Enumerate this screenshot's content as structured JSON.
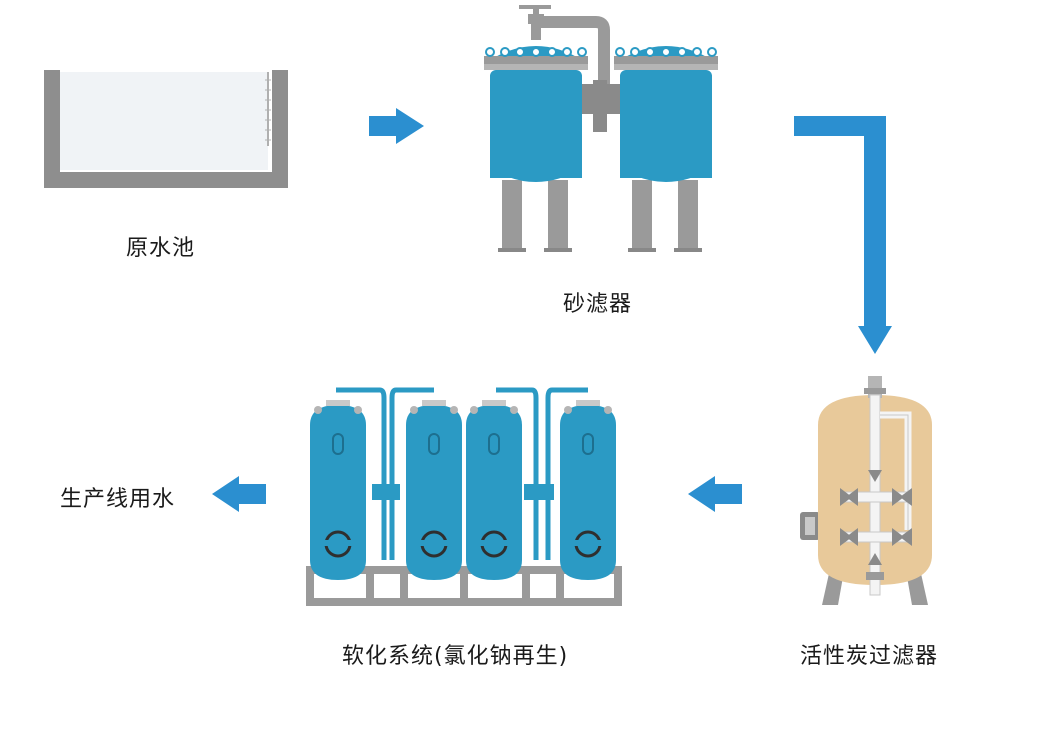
{
  "labels": {
    "raw_water_tank": "原水池",
    "sand_filter": "砂滤器",
    "carbon_filter": "活性炭过滤器",
    "softener": "软化系统(氯化钠再生)",
    "production_water": "生产线用水"
  },
  "colors": {
    "flow_blue": "#2b8fd0",
    "tank_blue": "#2b9ac4",
    "carbon_tan": "#e8c99a",
    "steel_gray": "#9a9a9a",
    "pipe_white": "#f4f4f4"
  },
  "icons": {
    "raw_water_tank": "raw-water-tank-icon",
    "sand_filter": "sand-filter-icon",
    "carbon_filter": "carbon-filter-icon",
    "softener": "softener-tanks-icon"
  }
}
